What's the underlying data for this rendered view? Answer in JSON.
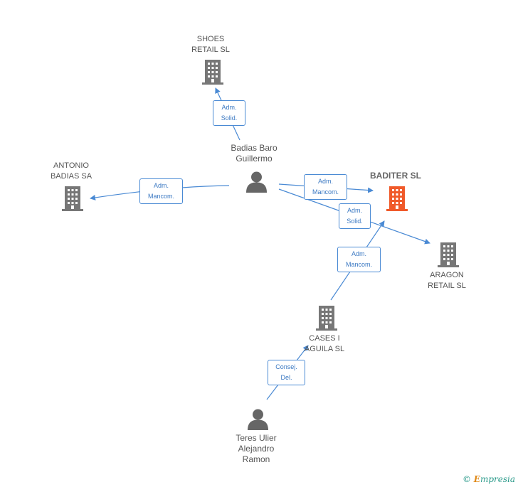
{
  "nodes": {
    "shoes_retail": {
      "line1": "SHOES",
      "line2": "RETAIL SL"
    },
    "antonio_badias": {
      "line1": "ANTONIO",
      "line2": "BADIAS SA"
    },
    "baditer": {
      "line1": "BADITER SL"
    },
    "aragon_retail": {
      "line1": "ARAGON",
      "line2": "RETAIL SL"
    },
    "cases_aguila": {
      "line1": "CASES I",
      "line2": "AGUILA SL"
    },
    "badias_baro": {
      "line1": "Badias Baro",
      "line2": "Guillermo"
    },
    "teres_ulier": {
      "line1": "Teres Ulier",
      "line2": "Alejandro",
      "line3": "Ramon"
    }
  },
  "edges": {
    "e1": {
      "line1": "Adm.",
      "line2": "Solid."
    },
    "e2": {
      "line1": "Adm.",
      "line2": "Mancom."
    },
    "e3": {
      "line1": "Adm.",
      "line2": "Mancom."
    },
    "e4": {
      "line1": "Adm.",
      "line2": "Solid."
    },
    "e5": {
      "line1": "Adm.",
      "line2": "Mancom."
    },
    "e6": {
      "line1": "Consej.",
      "line2": "Del."
    }
  },
  "colors": {
    "edge": "#4a8ad4",
    "company_icon": "#777777",
    "main_company_icon": "#f05a2a",
    "person_icon": "#666666"
  },
  "footer": {
    "copyright_symbol": "©",
    "brand_initial": "E",
    "brand_rest": "mpresia"
  }
}
